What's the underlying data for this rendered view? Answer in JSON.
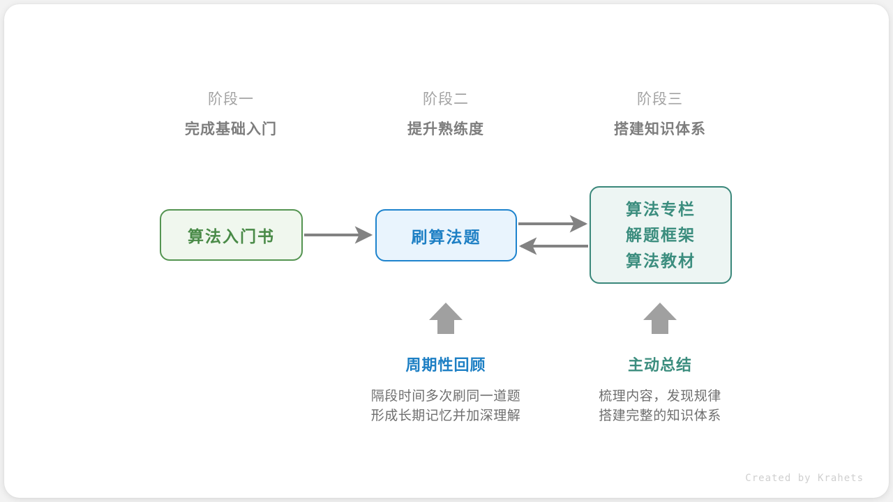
{
  "diagram": {
    "stages": [
      {
        "name": "阶段一",
        "title": "完成基础入门"
      },
      {
        "name": "阶段二",
        "title": "提升熟练度"
      },
      {
        "name": "阶段三",
        "title": "搭建知识体系"
      }
    ],
    "nodes": {
      "book": {
        "label": "算法入门书",
        "border_color": "#549451",
        "fill_color": "#f0f7ee",
        "text_color": "#498a47"
      },
      "practice": {
        "label": "刷算法题",
        "border_color": "#1d83cd",
        "fill_color": "#e9f4fd",
        "text_color": "#1d7fc4"
      },
      "system": {
        "lines": [
          "算法专栏",
          "解题框架",
          "算法教材"
        ],
        "border_color": "#3a877a",
        "fill_color": "#edf5f3",
        "text_color": "#3b8d7e"
      }
    },
    "connectors": {
      "color": "#828282",
      "book_to_practice": "right",
      "practice_to_system": "right",
      "system_to_practice": "left"
    },
    "up_arrows": {
      "color": "#a0a0a0",
      "count": 2
    },
    "captions": [
      {
        "title": "周期性回顾",
        "title_color": "#1d7fc4",
        "desc_line1": "隔段时间多次刷同一道题",
        "desc_line2": "形成长期记忆并加深理解"
      },
      {
        "title": "主动总结",
        "title_color": "#3b8d7e",
        "desc_line1": "梳理内容，发现规律",
        "desc_line2": "搭建完整的知识体系"
      }
    ],
    "footer": {
      "credit": "Created by Krahets"
    }
  }
}
